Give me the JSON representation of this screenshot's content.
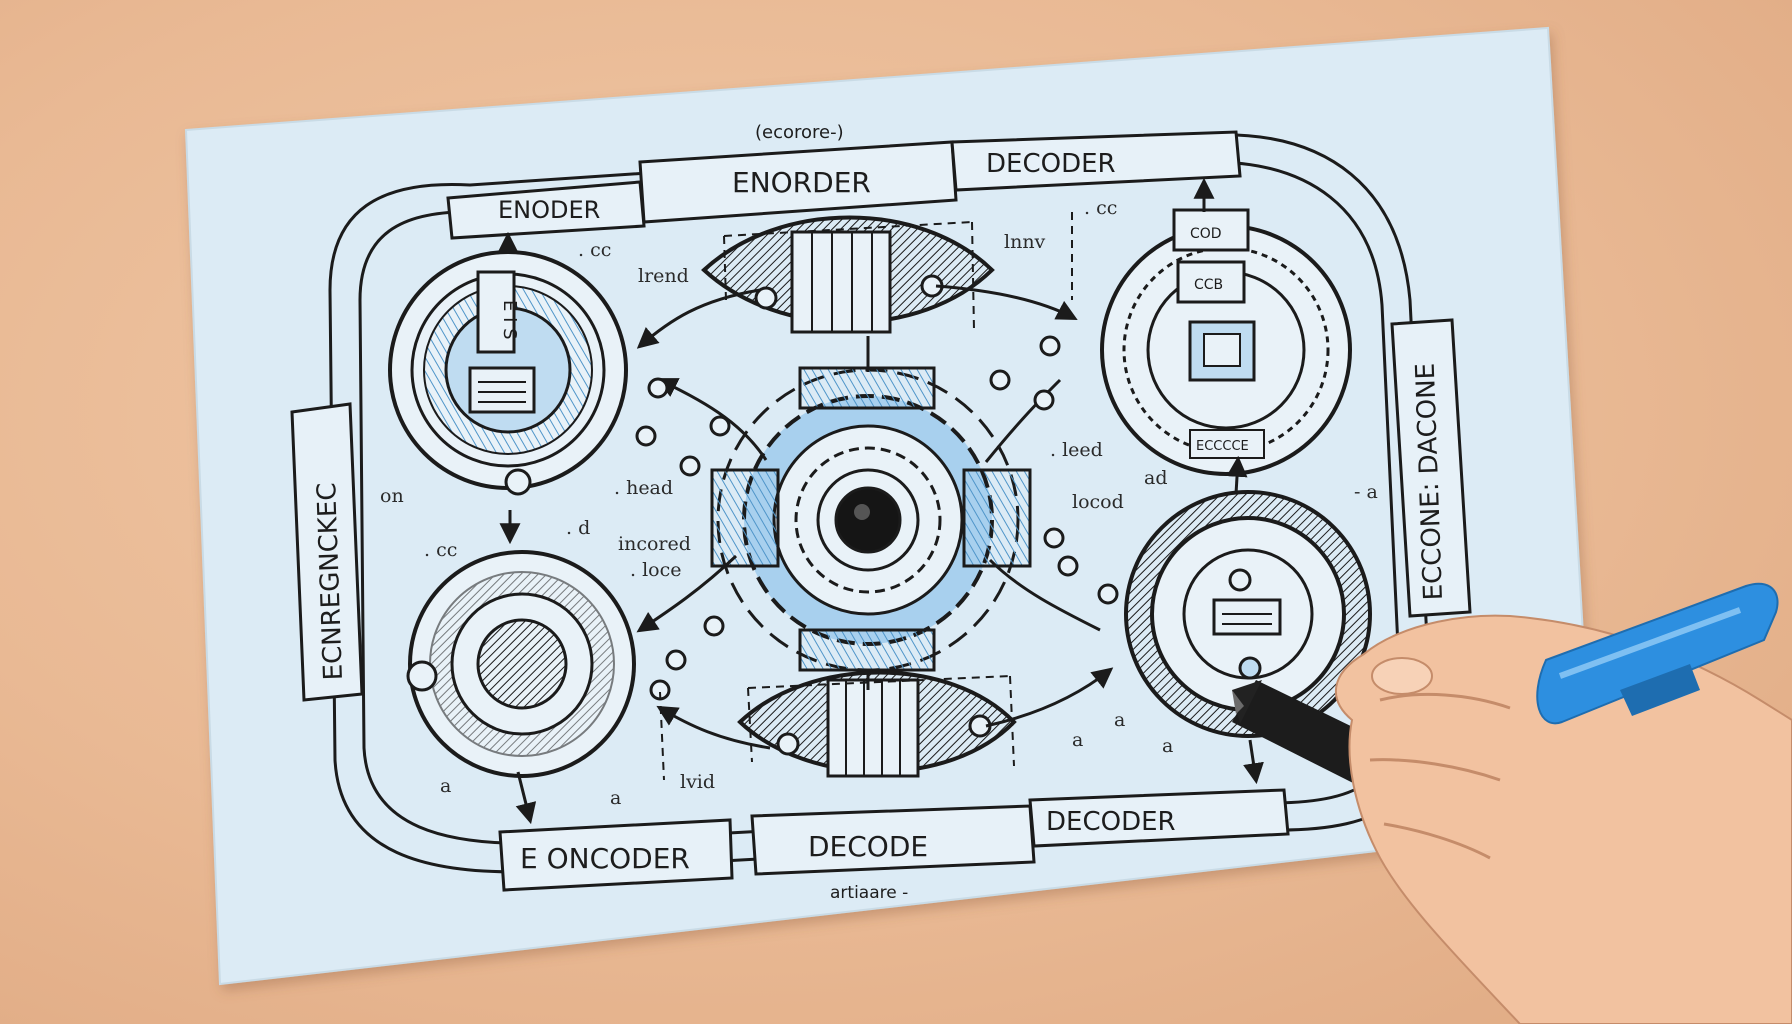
{
  "title": "(ecorore-)",
  "footer": "artiaare -",
  "banners": {
    "top_left": "ENODER",
    "top_center": "ENORDER",
    "top_right": "DECODER",
    "left_vertical": "ECNREGNCKEC",
    "right_vertical": "ECCONE: DACONE",
    "bottom_left": "E ONCODER",
    "bottom_center": "DECODE",
    "bottom_right": "DECODER"
  },
  "node_labels": {
    "top_left_tab": "E I S",
    "top_right_box_a": "COD",
    "top_right_box_b": "CCB",
    "top_right_bottom": "ECCCCE"
  },
  "annotations": {
    "lrend": "lrend",
    "lnnv": "lnnv",
    "cc_top_left": ". cc",
    "cc_top_right": ". cc",
    "on": "on",
    "cc_mid_left": ". cc",
    "d_mid_left": ". d",
    "head": ". head",
    "incored": "incored",
    "loce": ". loce",
    "leed": ". leed",
    "locod": "locod",
    "ad": "ad",
    "a_right": "- a",
    "a_bottom_1": "a",
    "a_bottom_2": "a",
    "a_bottom_3": "a",
    "a_bottom_left": "a",
    "a_lower_left": "a",
    "lvid": "lvid"
  },
  "colors": {
    "paper": "#dcebf5",
    "ink": "#1b1b1b",
    "accent_blue": "#5aa6da",
    "desk": "#e9b994",
    "marker_cap": "#2d8fe0",
    "skin": "#f2c2a0"
  }
}
